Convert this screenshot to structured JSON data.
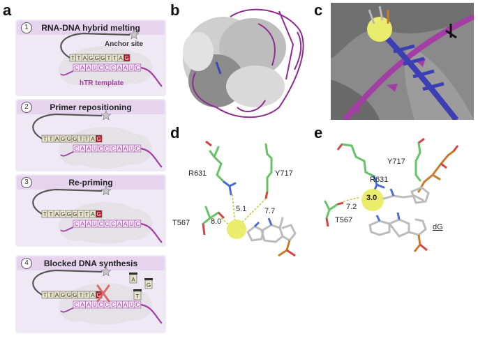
{
  "panels": {
    "a": "a",
    "b": "b",
    "c": "c",
    "d": "d",
    "e": "e"
  },
  "steps": [
    {
      "num": "1",
      "title": "RNA-DNA hybrid melting"
    },
    {
      "num": "2",
      "title": "Primer repositioning"
    },
    {
      "num": "3",
      "title": "Re-priming"
    },
    {
      "num": "4",
      "title": "Blocked DNA synthesis"
    }
  ],
  "annotations": {
    "anchor_site": "Anchor site",
    "htr_template": "hTR template"
  },
  "dna_strand": [
    "T",
    "T",
    "A",
    "G",
    "G",
    "G",
    "T",
    "T",
    "A",
    "G"
  ],
  "rna_strand": [
    "C",
    "A",
    "A",
    "U",
    "C",
    "C",
    "C",
    "A",
    "A",
    "U",
    "C"
  ],
  "nucleotides": [
    "A",
    "G",
    "T"
  ],
  "panel_d": {
    "residues": [
      "R631",
      "Y717",
      "T567"
    ],
    "distances": [
      "5.1",
      "7.7",
      "8.0"
    ]
  },
  "panel_e": {
    "residues": [
      "Y717",
      "R631",
      "T567"
    ],
    "distances": [
      "3.0",
      "7.2"
    ],
    "ligand": "dG"
  },
  "colors": {
    "step_bg": "#efe9f5",
    "step_header": "#e6d3ee",
    "rna": "#a23ea4",
    "dna": "#e8e4c9",
    "stop": "#b8182b",
    "carbon": "#66c266",
    "ion": "#eaec6e"
  }
}
